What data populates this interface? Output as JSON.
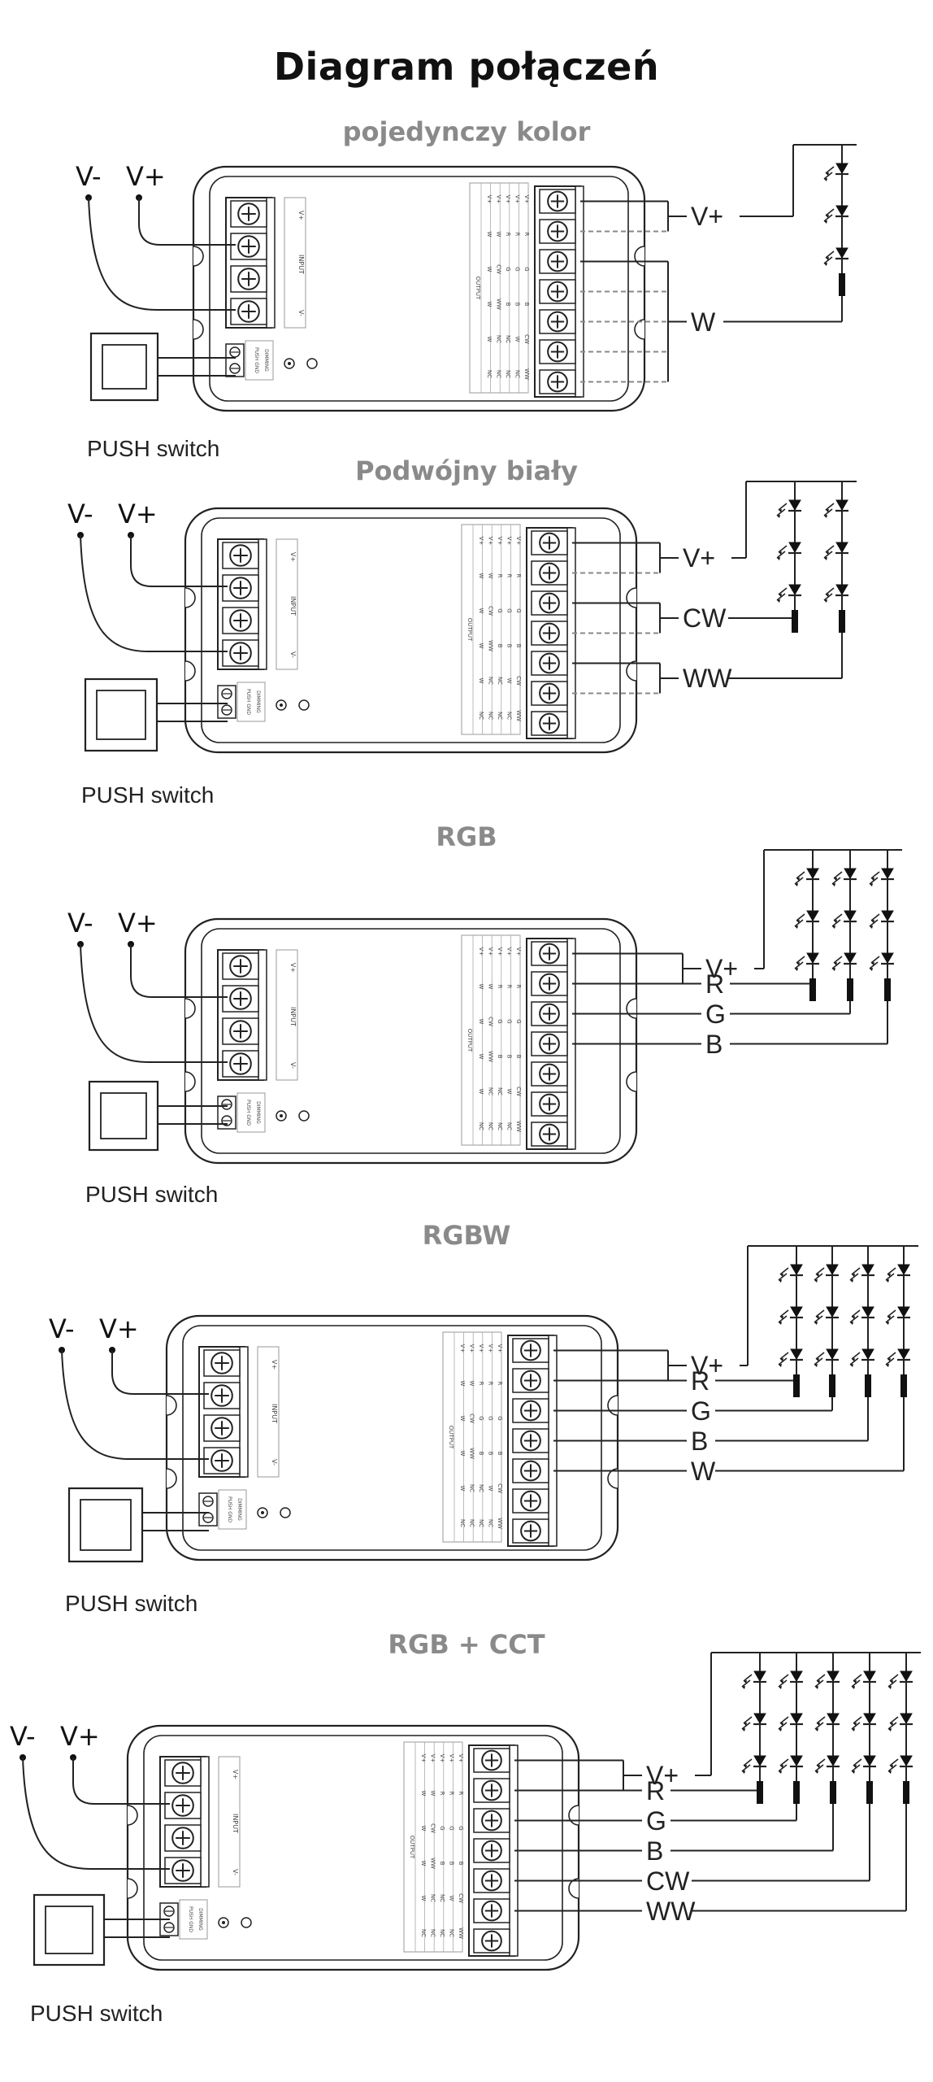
{
  "title": "Diagram połączeń",
  "input_labels": {
    "v_minus": "V-",
    "v_plus": "V+"
  },
  "switch_label": "PUSH switch",
  "sections": [
    {
      "title": "pojedynczy kolor",
      "outputs": [
        "V+",
        "W"
      ]
    },
    {
      "title": "Podwójny biały",
      "outputs": [
        "V+",
        "CW",
        "WW"
      ]
    },
    {
      "title": "RGB",
      "outputs": [
        "V+",
        "R",
        "G",
        "B"
      ]
    },
    {
      "title": "RGBW",
      "outputs": [
        "V+",
        "R",
        "G",
        "B",
        "W"
      ]
    },
    {
      "title": "RGB + CCT",
      "outputs": [
        "V+",
        "R",
        "G",
        "B",
        "CW",
        "WW"
      ]
    }
  ],
  "controller": {
    "input_text": "INPUT",
    "input_plus": "V+",
    "input_minus": "V-",
    "dimming_text": "DIMMING",
    "gnd_text": "GND",
    "push_text": "PUSH",
    "output_text": "OUTPUT",
    "output_table": [
      [
        "V+",
        "V+",
        "V+",
        "V+",
        "V+"
      ],
      [
        "W",
        "W",
        "R",
        "R",
        "R"
      ],
      [
        "W",
        "CW",
        "G",
        "G",
        "G"
      ],
      [
        "W",
        "WW",
        "B",
        "B",
        "B"
      ],
      [
        "W",
        "NC",
        "NC",
        "W",
        "CW"
      ],
      [
        "NC",
        "NC",
        "NC",
        "NC",
        "WW"
      ]
    ]
  }
}
